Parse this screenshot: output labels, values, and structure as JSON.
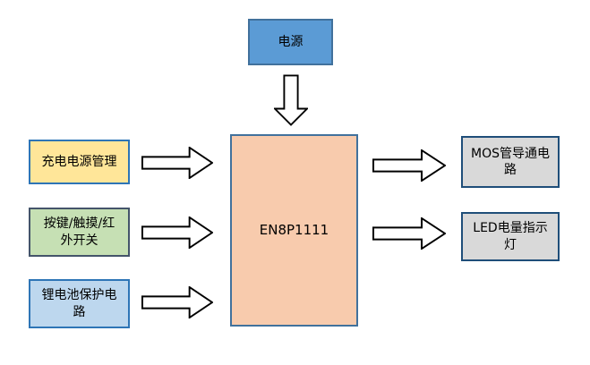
{
  "diagram": {
    "nodes": {
      "power": {
        "label": "电源",
        "fill": "#5B9BD5",
        "border": "#41719C"
      },
      "charge_manager": {
        "label": "充电电源管理",
        "fill": "#FFE699",
        "border": "#2E75B6"
      },
      "key_touch_ir": {
        "label": "按键/触摸/红外开关",
        "fill": "#C6E0B4",
        "border": "#44546A"
      },
      "battery_protect": {
        "label": "锂电池保护电路",
        "fill": "#BDD7EE",
        "border": "#2E75B6"
      },
      "mcu": {
        "label": "EN8P1111",
        "fill": "#F8CBAD",
        "border": "#41719C"
      },
      "mos_circuit": {
        "label": "MOS管导通电路",
        "fill": "#D9D9D9",
        "border": "#1F4E79"
      },
      "led_indicator": {
        "label": "LED电量指示灯",
        "fill": "#D9D9D9",
        "border": "#1F4E79"
      }
    },
    "connections": [
      {
        "from": "power",
        "to": "mcu",
        "direction": "down"
      },
      {
        "from": "charge_manager",
        "to": "mcu",
        "direction": "right"
      },
      {
        "from": "key_touch_ir",
        "to": "mcu",
        "direction": "right"
      },
      {
        "from": "battery_protect",
        "to": "mcu",
        "direction": "right"
      },
      {
        "from": "mcu",
        "to": "mos_circuit",
        "direction": "right"
      },
      {
        "from": "mcu",
        "to": "led_indicator",
        "direction": "right"
      }
    ],
    "arrow_style": {
      "fill": "#FFFFFF",
      "outline": "#000000"
    },
    "text_color": "#000000",
    "background": "#FFFFFF"
  }
}
